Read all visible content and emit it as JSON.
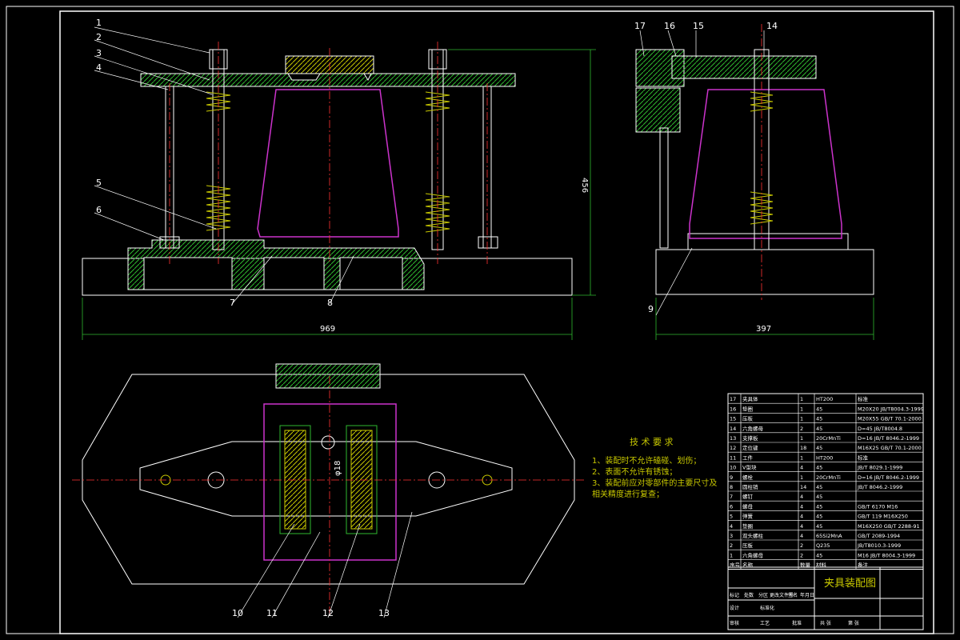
{
  "drawing": {
    "title": "夹具装配图",
    "dims": {
      "height": "456",
      "width_front": "969",
      "width_side": "397",
      "hole_dia": "φ18"
    },
    "callouts": [
      "1",
      "2",
      "3",
      "4",
      "5",
      "6",
      "7",
      "8",
      "9",
      "10",
      "11",
      "12",
      "13",
      "14",
      "15",
      "16",
      "17"
    ],
    "tech_req": {
      "heading": "技 术 要 求",
      "lines": [
        "1、装配时不允许磕碰、划伤；",
        "2、表面不允许有锈蚀；",
        "3、装配前应对零部件的主要尺寸及",
        "相关精度进行复查；"
      ]
    },
    "bom": [
      [
        "17",
        "夹具体",
        "1",
        "HT200",
        "标准"
      ],
      [
        "16",
        "垫圈",
        "1",
        "45",
        "M20X20 JB/T8004.3-1999"
      ],
      [
        "15",
        "压板",
        "1",
        "45",
        "M20X55 GB/T 70.1-2000"
      ],
      [
        "14",
        "六角螺母",
        "2",
        "45",
        "D=45 JB/T8004.8"
      ],
      [
        "13",
        "支撑板",
        "1",
        "20CrMnTi",
        "D=16 JB/T 8046.2-1999"
      ],
      [
        "12",
        "定位键",
        "18",
        "45",
        "M16X25 GB/T 70.1-2000"
      ],
      [
        "11",
        "工件",
        "1",
        "HT200",
        "标准"
      ],
      [
        "10",
        "V型块",
        "4",
        "45",
        "JB/T 8029.1-1999"
      ],
      [
        "9",
        "螺栓",
        "1",
        "20CrMnTi",
        "D=16 JB/T 8046.2-1999"
      ],
      [
        "8",
        "圆柱销",
        "14",
        "45",
        "JB/T 8046.2-1999"
      ],
      [
        "7",
        "螺钉",
        "4",
        "45",
        ""
      ],
      [
        "6",
        "螺母",
        "4",
        "45",
        "GB/T 6170 M16"
      ],
      [
        "5",
        "弹簧",
        "4",
        "45",
        "GB/T 119 M16X250"
      ],
      [
        "4",
        "垫圈",
        "4",
        "45",
        "M16X250 GB/T 2288-91"
      ],
      [
        "3",
        "双头螺柱",
        "4",
        "65Si2MnA",
        "GB/T 2089-1994"
      ],
      [
        "2",
        "压板",
        "2",
        "Q235",
        "JB/T8010.3-1999"
      ],
      [
        "1",
        "六角螺母",
        "2",
        "45",
        "M16 JB/T 8004.3-1999"
      ]
    ],
    "bom_header": [
      "序号",
      "名称",
      "数量",
      "材料",
      "备注"
    ],
    "title_block": [
      "标记",
      "处数",
      "分区",
      "更改文件号",
      "签名",
      "年月日",
      "设计",
      "标准化",
      "审核",
      "工艺",
      "批准",
      "共 张",
      "第 张"
    ]
  }
}
